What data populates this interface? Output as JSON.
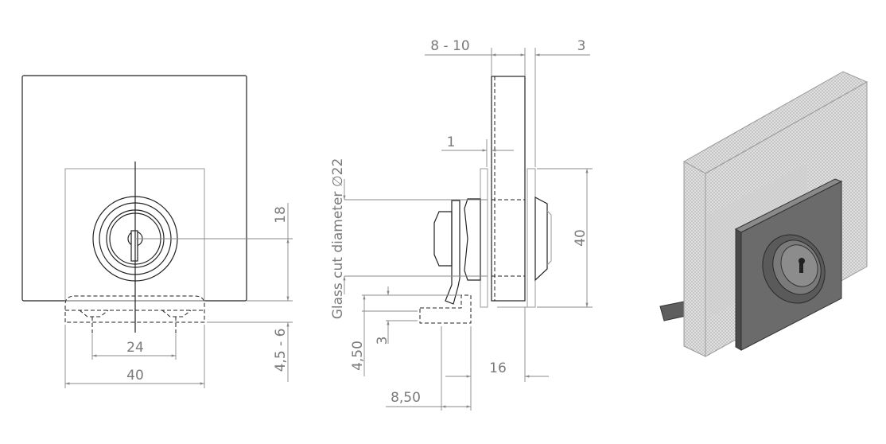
{
  "front_view": {
    "dim_height_key": "18",
    "dim_foot": "4,5 - 6",
    "dim_holes": "24",
    "dim_width": "40"
  },
  "side_view": {
    "dim_glass": "8 - 10",
    "dim_gap": "3",
    "dim_gasket": "1",
    "glass_cut_label": "Glass cut diameter ∅22",
    "dim_plate": "40",
    "dim_foot_height": "4,50",
    "dim_foot_thickness": "3",
    "dim_depth": "16",
    "dim_offset": "8,50"
  },
  "colors": {
    "line": "#222222",
    "dimension": "#7a7a7a",
    "plate_3d": "#6b6b6b",
    "glass_3d": "#d6d6d6"
  }
}
